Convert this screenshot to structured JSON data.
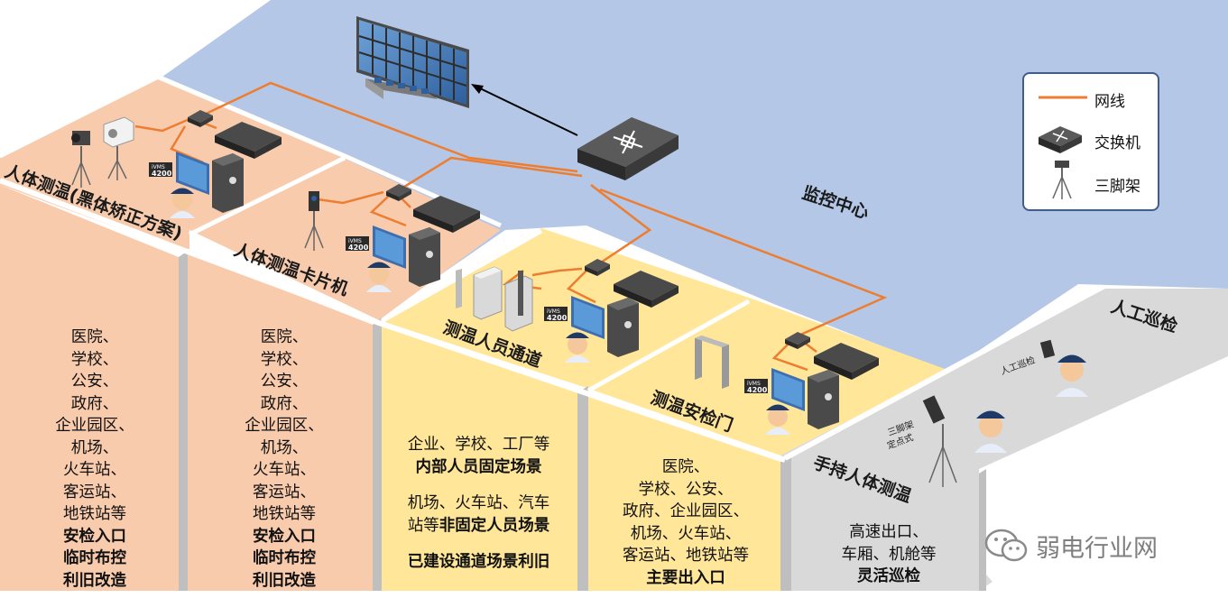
{
  "zones": {
    "body_temp_blackbody": "人体测温(黑体矫正方案)",
    "body_temp_card": "人体测温卡片机",
    "temp_channel": "测温人员通道",
    "temp_security_gate": "测温安检门",
    "monitor_center": "监控中心",
    "manual_patrol": "人工巡检",
    "handheld_temp": "手持人体测温"
  },
  "device_labels": {
    "ivms_top": "iVMS",
    "ivms_num": "4200",
    "manual_patrol_small": "人工巡检",
    "tripod_fixed_line1": "三脚架",
    "tripod_fixed_line2": "定点式"
  },
  "legend": {
    "items": [
      {
        "icon": "network-cable-icon",
        "label": "网线"
      },
      {
        "icon": "switch-icon",
        "label": "交换机"
      },
      {
        "icon": "tripod-icon",
        "label": "三脚架"
      }
    ],
    "cable_color": "#ed7d31"
  },
  "columns": {
    "col1": [
      "医院、",
      "学校、",
      "公安、",
      "政府、",
      "企业园区、",
      "机场、",
      "火车站、",
      "客运站、",
      "地铁站等"
    ],
    "col1_bold": [
      "安检入口",
      "临时布控",
      "利旧改造"
    ],
    "col2": [
      "医院、",
      "学校、",
      "公安、",
      "政府、",
      "企业园区、",
      "机场、",
      "火车站、",
      "客运站、",
      "地铁站等"
    ],
    "col2_bold": [
      "安检入口",
      "临时布控",
      "利旧改造"
    ],
    "col3": {
      "line1": "企业、学校、工厂等",
      "line1_bold": "内部人员固定场景",
      "line2": "机场、火车站、汽车",
      "line3_prefix": "站等",
      "line3_bold": "非固定人员场景",
      "line4_bold": "已建设通道场景利旧"
    },
    "col4": {
      "lines": [
        "医院、",
        "学校、公安、",
        "政府、企业园区、",
        "机场、火车站、",
        "客运站、地铁站等"
      ],
      "bold": "主要出入口"
    },
    "col5": {
      "lines": [
        "高速出口、",
        "车厢、机舱等"
      ],
      "bold": "灵活巡检"
    }
  },
  "watermark": "弱电行业网",
  "colors": {
    "peach": "#f8cbad",
    "peach_col": "#f8cbad",
    "yellow": "#ffe699",
    "blue": "#b4c7e7",
    "gray": "#d9d9d9",
    "cable": "#ed7d31"
  }
}
